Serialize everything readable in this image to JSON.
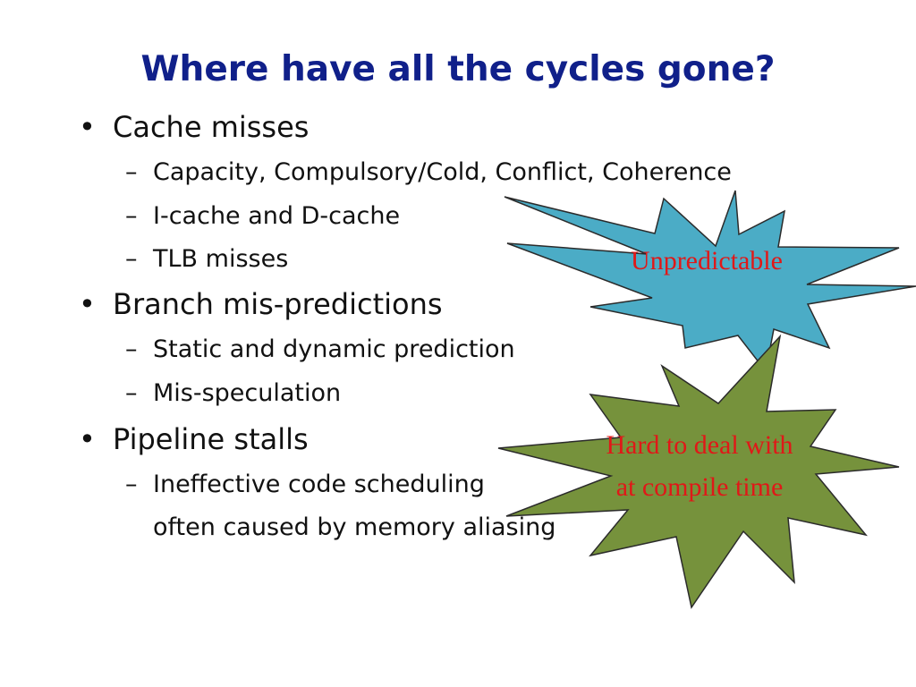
{
  "slide": {
    "title": "Where have all the cycles gone?",
    "bullet_glyph": "•",
    "dash_glyph": "–",
    "items": [
      {
        "text": "Cache misses"
      },
      {
        "text": "Capacity, Compulsory/Cold, Conflict, Coherence"
      },
      {
        "text": "I-cache and D-cache"
      },
      {
        "text": "TLB misses"
      },
      {
        "text": "Branch mis-predictions"
      },
      {
        "text": "Static and dynamic prediction"
      },
      {
        "text": "Mis-speculation"
      },
      {
        "text": "Pipeline stalls"
      },
      {
        "text": "Ineffective code scheduling"
      },
      {
        "text": "often caused by memory aliasing"
      }
    ]
  },
  "callouts": {
    "unpredictable": {
      "label": "Unpredictable",
      "fill": "#4bacc6"
    },
    "hard": {
      "line1": "Hard to deal with",
      "line2": "at compile time",
      "fill": "#76923c"
    },
    "text_color": "#e01818",
    "outline": "#2b2b2b"
  }
}
